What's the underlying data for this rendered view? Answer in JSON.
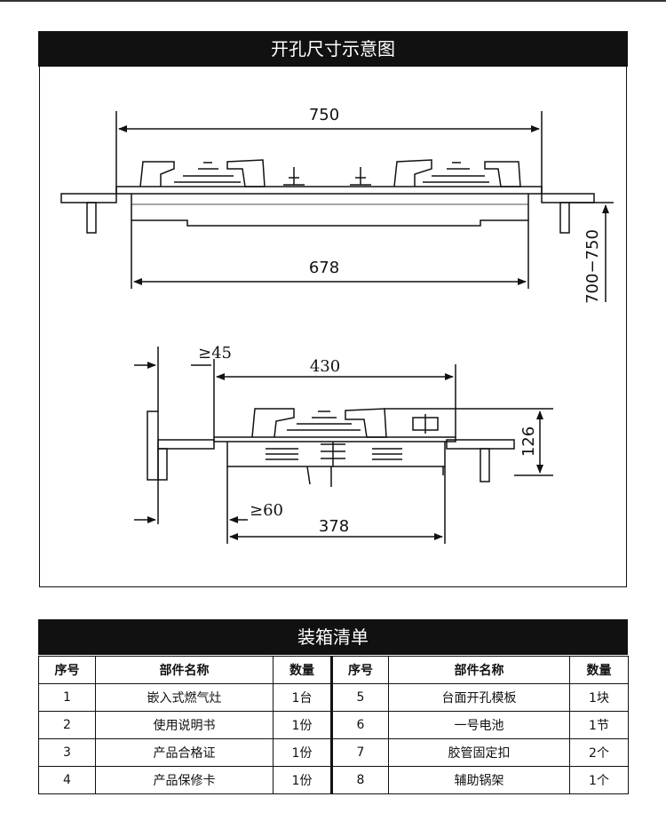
{
  "cutout": {
    "title": "开孔尺寸示意图",
    "dims": {
      "top_width": "750",
      "bottom_width": "678",
      "height_range": "700−750",
      "ge45": "≥45",
      "w430": "430",
      "h126": "126",
      "ge60": "≥60",
      "w378": "378"
    }
  },
  "packing": {
    "title": "装箱清单",
    "headers": [
      "序号",
      "部件名称",
      "数量",
      "序号",
      "部件名称",
      "数量"
    ],
    "rows": [
      {
        "no1": "1",
        "name1": "嵌入式燃气灶",
        "qty1": "1台",
        "no2": "5",
        "name2": "台面开孔模板",
        "qty2": "1块"
      },
      {
        "no1": "2",
        "name1": "使用说明书",
        "qty1": "1份",
        "no2": "6",
        "name2": "一号电池",
        "qty2": "1节"
      },
      {
        "no1": "3",
        "name1": "产品合格证",
        "qty1": "1份",
        "no2": "7",
        "name2": "胶管固定扣",
        "qty2": "2个"
      },
      {
        "no1": "4",
        "name1": "产品保修卡",
        "qty1": "1份",
        "no2": "8",
        "name2": "辅助锅架",
        "qty2": "1个"
      }
    ]
  }
}
